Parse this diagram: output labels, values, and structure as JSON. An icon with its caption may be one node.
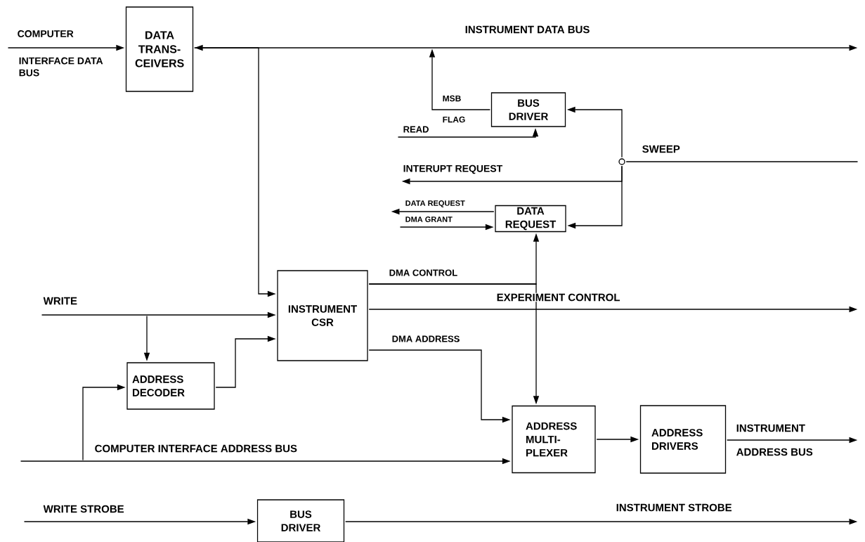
{
  "diagram": {
    "nodes": [
      {
        "text": [
          "DATA TRANS- CEIVERS"
        ]
      },
      {
        "text": [
          "BUS DRIVER"
        ]
      },
      {
        "text": [],
        "shape": "circle"
      },
      {
        "text": [
          "DATA REQUEST"
        ]
      },
      {
        "text": [
          "INSTRUMENT CSR"
        ]
      },
      {
        "text": [
          "ADDRESS DECODER"
        ]
      },
      {
        "text": [
          "ADDRESS MULTI- PLEXER"
        ]
      },
      {
        "text": [
          "ADDRESS DRIVERS"
        ]
      },
      {
        "text": [
          "BUS DRIVER"
        ]
      }
    ],
    "edges": [
      {
        "from": null,
        "to": 0,
        "arrow": "to"
      },
      {
        "from": 0,
        "to": null,
        "arrow": "both",
        "label": "INSTRUMENT DATA BUS"
      },
      {
        "from": 0,
        "to": 4,
        "arrow": "to"
      },
      {
        "from": 1,
        "to": null,
        "arrow": "to"
      },
      {
        "from": null,
        "to": 1,
        "arrow": "to",
        "label": "READ"
      },
      {
        "from": null,
        "to": 2,
        "arrow": "none",
        "label": "SWEEP"
      },
      {
        "from": 2,
        "to": 1,
        "arrow": "to"
      },
      {
        "from": 2,
        "to": 3,
        "arrow": "to"
      },
      {
        "from": 2,
        "to": null,
        "arrow": "to",
        "label": "INTERUPT REQUEST"
      },
      {
        "from": 3,
        "to": null,
        "arrow": "to",
        "label": "DATA REQUEST"
      },
      {
        "from": null,
        "to": 3,
        "arrow": "to",
        "label": "DMA GRANT"
      },
      {
        "from": 4,
        "to": 3,
        "arrow": "to",
        "label": "DMA CONTROL"
      },
      {
        "from": 4,
        "to": 6,
        "arrow": "to"
      },
      {
        "from": 4,
        "to": null,
        "arrow": "to",
        "label": "EXPERIMENT CONTROL"
      },
      {
        "from": null,
        "to": 4,
        "arrow": "to",
        "label": "WRITE"
      },
      {
        "from": null,
        "to": 5,
        "arrow": "to"
      },
      {
        "from": 5,
        "to": 4,
        "arrow": "to"
      },
      {
        "from": 4,
        "to": 6,
        "arrow": "to",
        "label": "DMA ADDRESS"
      },
      {
        "from": null,
        "to": 6,
        "arrow": "to",
        "label": "COMPUTER INTERFACE ADDRESS BUS"
      },
      {
        "from": null,
        "to": 5,
        "arrow": "to"
      },
      {
        "from": 6,
        "to": 7,
        "arrow": "to"
      },
      {
        "from": 7,
        "to": null,
        "arrow": "to"
      },
      {
        "from": null,
        "to": 8,
        "arrow": "to",
        "label": "WRITE STROBE"
      },
      {
        "from": 8,
        "to": null,
        "arrow": "to",
        "label": "INSTRUMENT STROBE"
      }
    ],
    "labels": [
      "COMPUTER",
      "INTERFACE DATA BUS",
      "MSB",
      "FLAG",
      "INSTRUMENT",
      "ADDRESS BUS"
    ]
  }
}
